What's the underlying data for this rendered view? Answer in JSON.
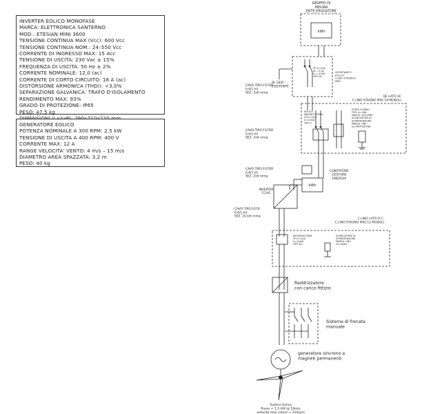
{
  "inverter_specs": [
    "INVERTER EOLICO MONOFASE",
    "MARCA: ELETTRONICA SANTERNO",
    "MOD.: ETESIAN MINI 3600",
    "TENSIONE CONTINUA MAX (Vcc): 600 Vcc",
    "TENSIONE CONTINUA NOM.: 24–550 Vcc",
    "CORRENTE DI INGRESSO MAX: 15 Acc",
    "TENSIONE DI USCITA: 230 Vac ± 15%",
    "FREQUENZA DI USCITA: 50 Hz ± 2%",
    "CORRENTE NOMINALE: 12,0 (ac)",
    "CORRENTE DI CORTO CIRCUITO: 18 A (ac)",
    "DISTORSIONE ARMONICA (THDi): <3,0%",
    "SEPARAZIONE GALVANICA: TRAFO D'ISOLAMENTO",
    "RENDIMENTO MAX: 93%",
    "GRADO DI PROTEZIONE: IP65",
    "PESO: 47,5 kg",
    "DIMENSIONI (LxAxP): 290x710x220 mm"
  ],
  "generator_specs": [
    "GENERATORE EOLICO",
    "POTENZA NOMINALE A 300 RPM: 2,5 kW",
    "TENSIONE DI USCITA A 400 RPM: 400 V",
    "CORRENTE MAX: 12 A",
    "RANGE VELOCITA' VENTO: 4 m/s – 15 m/s",
    "DIAMETRO AREA SPAZZATA: 3,2 m",
    "PESO: 40 kg"
  ],
  "labels": {
    "gruppo_misura": [
      "GRUPPO DI",
      "MISURA",
      "ENTE EROGATORE"
    ],
    "kwh": "kWh",
    "al_qed": [
      "AL QED",
      "ESISTENTE"
    ],
    "de_impianto": [
      "QE IMPIANTO",
      "EOLICO",
      "CLINO 4 MODULI",
      "IP65"
    ],
    "breaker_notes_1": [
      "2P In=20A",
      "Id = 0,3A",
      "Ic = 4,5kA",
      "TIPO AC"
    ],
    "cavo_1": [
      "CAVO TIPO FG7OR",
      "0,6/1 kV",
      "SEZ. 2x6 mmq"
    ],
    "qe_lato_ac": [
      "QE LATO AC",
      "C.LINO STAGNO IP65 18 MODULI"
    ],
    "ac_left_notes": [
      "INT.AUT.",
      "MAGNETOTERM.",
      "2P In=20A",
      "Ic=4,5kA",
      "TIPO C"
    ],
    "porta_fusibili": [
      "PORTA FUSIBILI",
      "TIPO In=16A",
      "MARCA: SOCOMEC",
      "SCARICATORE DI",
      "SOVRATENSIONE",
      "MARCA: OBO",
      "Up PROTEZIONE"
    ],
    "cavo_2": [
      "CAVO TIPO FG7OR",
      "0,6/1 kV",
      "SEZ. 2x6 mmq"
    ],
    "cavo_3": [
      "CAVO TIPO FG7OR",
      "0,6/1 kV",
      "SEZ. 2x6 mmq"
    ],
    "contatore": [
      "CONTATORE",
      "GESTORE",
      "ENERGIA"
    ],
    "inverter_cacc": [
      "INVERTER",
      "CC/AC"
    ],
    "cavo_4": [
      "CAVO TIPO FG7R",
      "0,6/1 kV",
      "SEZ. 2x1x6 mmq"
    ],
    "qe_lato_dc": [
      "C.LINO LATO D.C.",
      "C.LINO STAGNO IP65 12 MODULI"
    ],
    "dc_left_notes": [
      "INT.MAGN.TERM.",
      "2P In=20A",
      "Ic=4,5kA",
      "TIPO DC"
    ],
    "dc_right_notes": [
      "SCARICATORE DI",
      "SOVRATENSIONE",
      "MARCA: OBO",
      "Un=600V"
    ],
    "raddrizzatore": [
      "Raddrizzatore",
      "con carico fittizio"
    ],
    "frenata": [
      "Sistema di frenata",
      "manuale"
    ],
    "generatore": [
      "generatore sincrono a",
      "magneti permanenti"
    ],
    "turbina": [
      "Turbina Eolica",
      "Pnom = 1,5 kW @ 10m/s",
      "velocità max rotore = 220rpm"
    ]
  }
}
